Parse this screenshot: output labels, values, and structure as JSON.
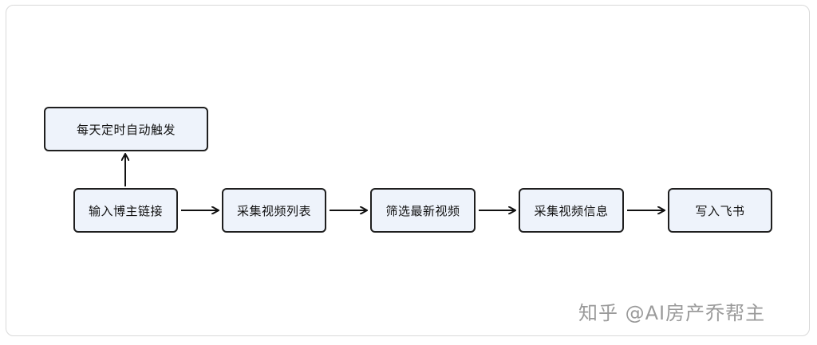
{
  "diagram": {
    "nodes": {
      "trigger": "每天定时自动触发",
      "input": "输入博主链接",
      "collect_list": "采集视频列表",
      "filter": "筛选最新视频",
      "collect_info": "采集视频信息",
      "write": "写入飞书"
    },
    "edges": [
      {
        "from": "input",
        "to": "trigger"
      },
      {
        "from": "input",
        "to": "collect_list"
      },
      {
        "from": "collect_list",
        "to": "filter"
      },
      {
        "from": "filter",
        "to": "collect_info"
      },
      {
        "from": "collect_info",
        "to": "write"
      }
    ]
  },
  "watermark": "知乎 @AI房产乔帮主"
}
